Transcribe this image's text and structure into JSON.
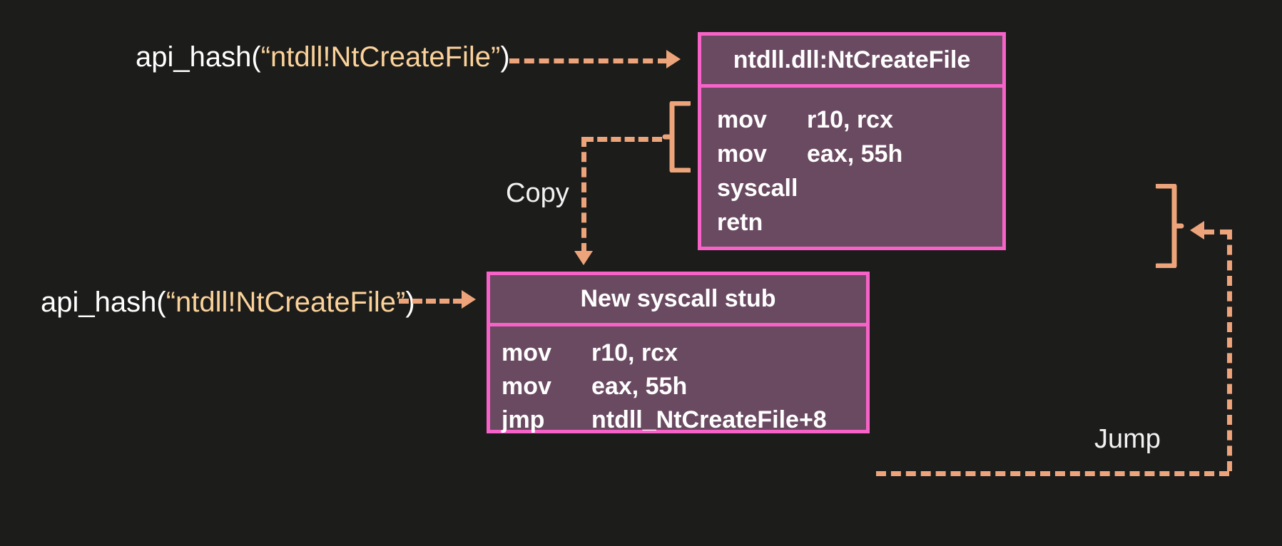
{
  "diagram": {
    "title": "Syscall stub copy and jump flow",
    "background_color": "#1c1c1b",
    "accent_color": "#eda47a",
    "box_border_color": "#f762c8",
    "box_fill_color": "#6a4a61",
    "string_color": "#fbd29a"
  },
  "api_call_top": {
    "prefix": "api_hash(",
    "string": "“ntdll!NtCreateFile”",
    "suffix": ")"
  },
  "api_call_bottom": {
    "prefix": "api_hash(",
    "string": "“ntdll!NtCreateFile”",
    "suffix": ")"
  },
  "flow_labels": {
    "copy": "Copy",
    "jump": "Jump"
  },
  "boxes": [
    {
      "id": "ntdll",
      "title": "ntdll.dll:NtCreateFile",
      "code": [
        {
          "mnemonic": "mov",
          "operands": "r10, rcx"
        },
        {
          "mnemonic": "mov",
          "operands": "eax, 55h"
        },
        {
          "mnemonic": "syscall",
          "operands": ""
        },
        {
          "mnemonic": "retn",
          "operands": ""
        }
      ]
    },
    {
      "id": "stub",
      "title": "New syscall stub",
      "code": [
        {
          "mnemonic": "mov",
          "operands": "r10, rcx"
        },
        {
          "mnemonic": "mov",
          "operands": "eax, 55h"
        },
        {
          "mnemonic": "jmp",
          "operands": "ntdll_NtCreateFile+8"
        }
      ]
    }
  ]
}
